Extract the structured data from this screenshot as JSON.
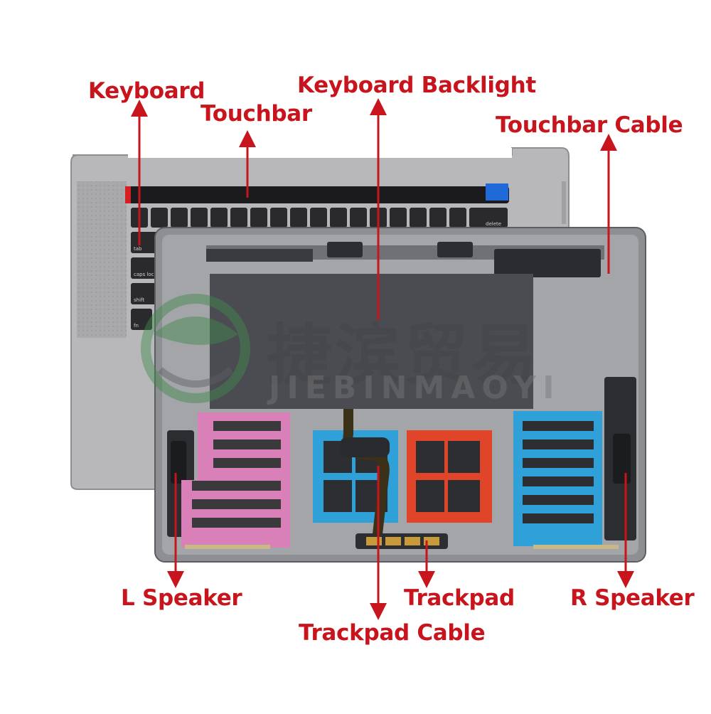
{
  "labels": {
    "keyboard": "Keyboard",
    "touchbar": "Touchbar",
    "keyboard_backlight": "Keyboard Backlight",
    "touchbar_cable": "Touchbar Cable",
    "l_speaker": "L Speaker",
    "trackpad": "Trackpad",
    "trackpad_cable": "Trackpad Cable",
    "r_speaker": "R Speaker"
  },
  "keys": {
    "tab": "tab",
    "caps_lock": "caps lock",
    "shift": "shift",
    "fn": "fn",
    "delete": "delete"
  },
  "watermark": {
    "chinese": "捷滨贸易",
    "latin": "JIEBINMAOYI"
  },
  "colors": {
    "label": "#c8141c",
    "chassis": "#b9b9bb",
    "inner_frame": "#8a8c90",
    "pink_battery": "#d980b8",
    "blue_battery": "#2fa0d8",
    "red_battery": "#e0452a",
    "keyboard_plate": "#4a4c52"
  }
}
